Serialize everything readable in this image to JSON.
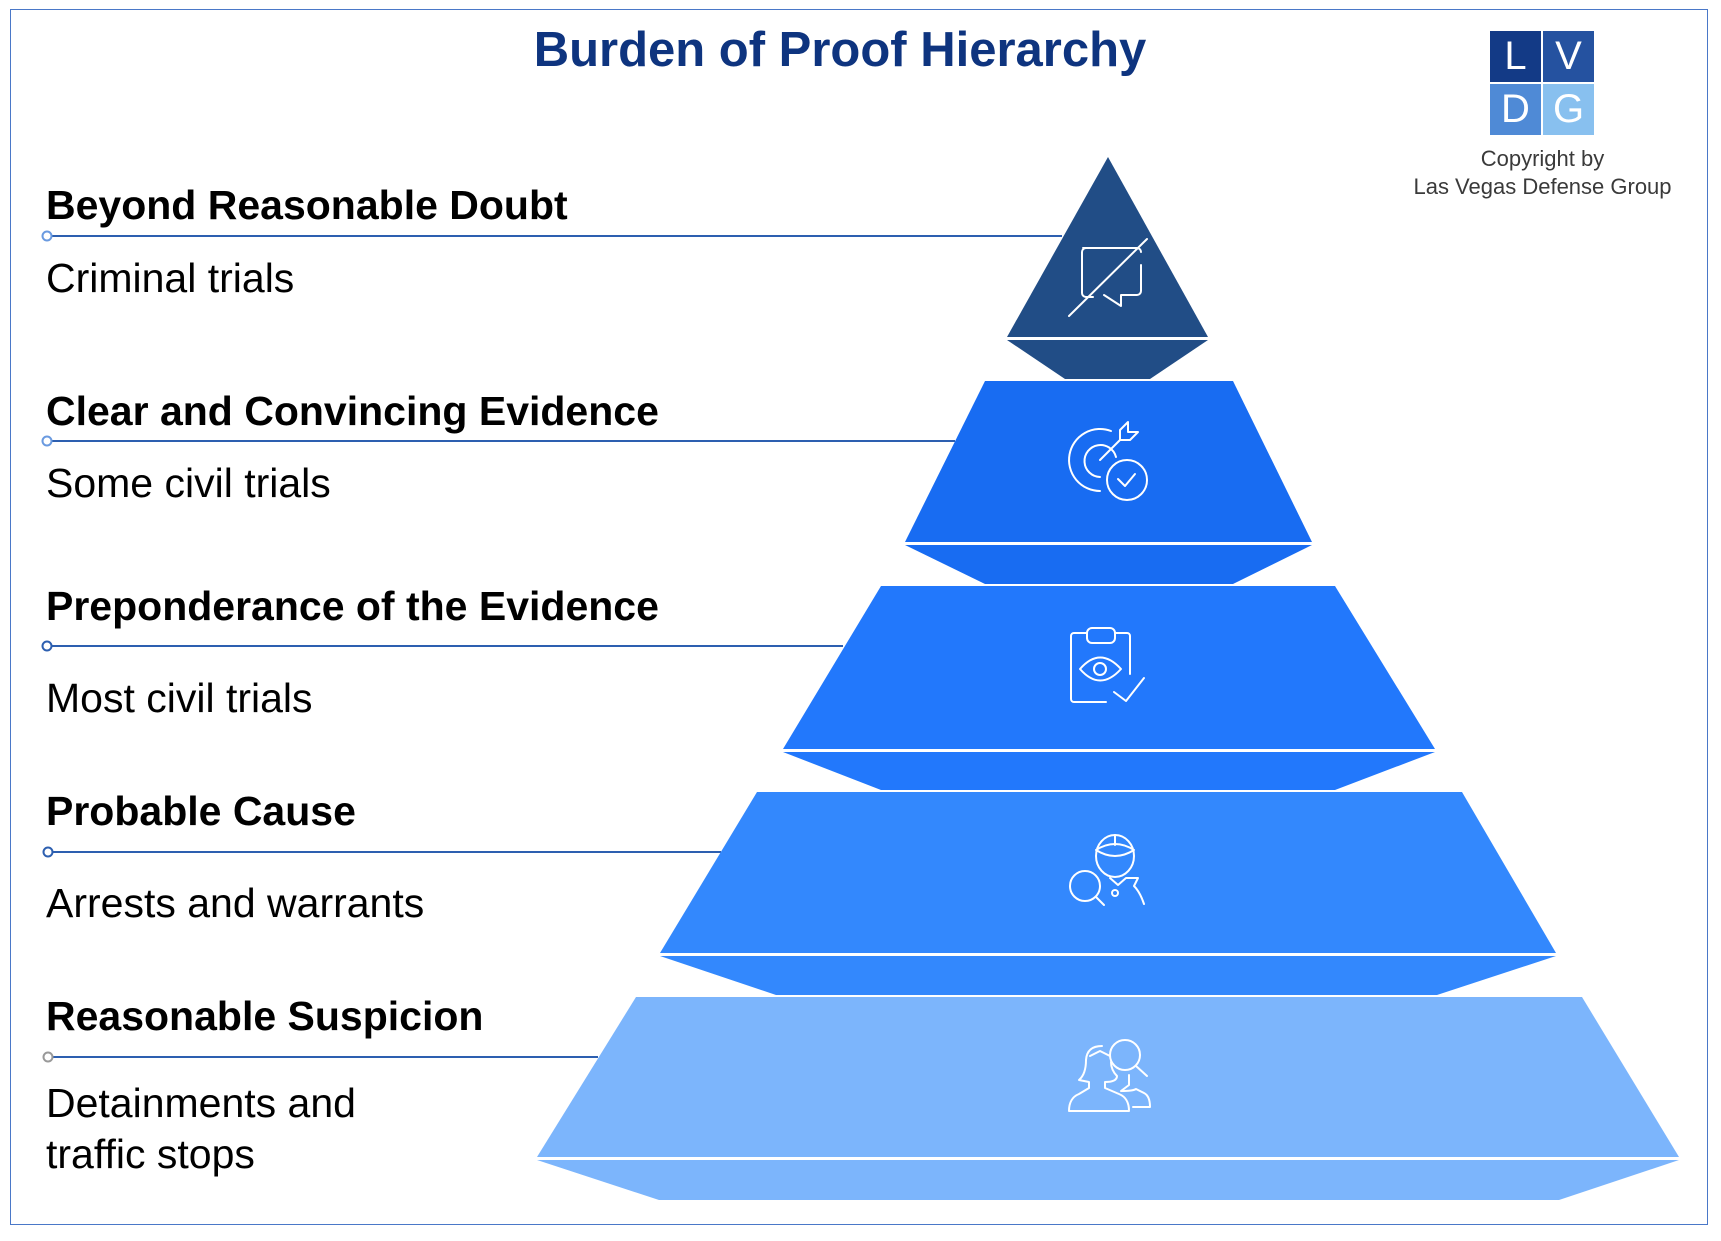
{
  "title": "Burden of Proof Hierarchy",
  "logo": {
    "letters": [
      "L",
      "V",
      "D",
      "G"
    ],
    "colors": [
      "#133a86",
      "#2552a0",
      "#4f8ad6",
      "#88c0ef"
    ]
  },
  "copyright": {
    "line1": "Copyright by",
    "line2": "Las Vegas Defense Group"
  },
  "tiers": [
    {
      "heading": "Beyond Reasonable Doubt",
      "sub": [
        "Criminal trials"
      ],
      "icon": "no-comment-icon",
      "color": "#214d86"
    },
    {
      "heading": "Clear and Convincing Evidence",
      "sub": [
        "Some civil trials"
      ],
      "icon": "target-check-icon",
      "color": "#186cf2"
    },
    {
      "heading": "Preponderance of the Evidence",
      "sub": [
        "Most civil trials"
      ],
      "icon": "clipboard-eye-check-icon",
      "color": "#2278fc"
    },
    {
      "heading": "Probable Cause",
      "sub": [
        "Arrests and warrants"
      ],
      "icon": "officer-search-icon",
      "color": "#3388fd"
    },
    {
      "heading": "Reasonable Suspicion",
      "sub": [
        "Detainments and",
        "traffic stops"
      ],
      "icon": "people-search-icon",
      "color": "#7cb5fc"
    }
  ],
  "line_color": "#2d5fb0"
}
